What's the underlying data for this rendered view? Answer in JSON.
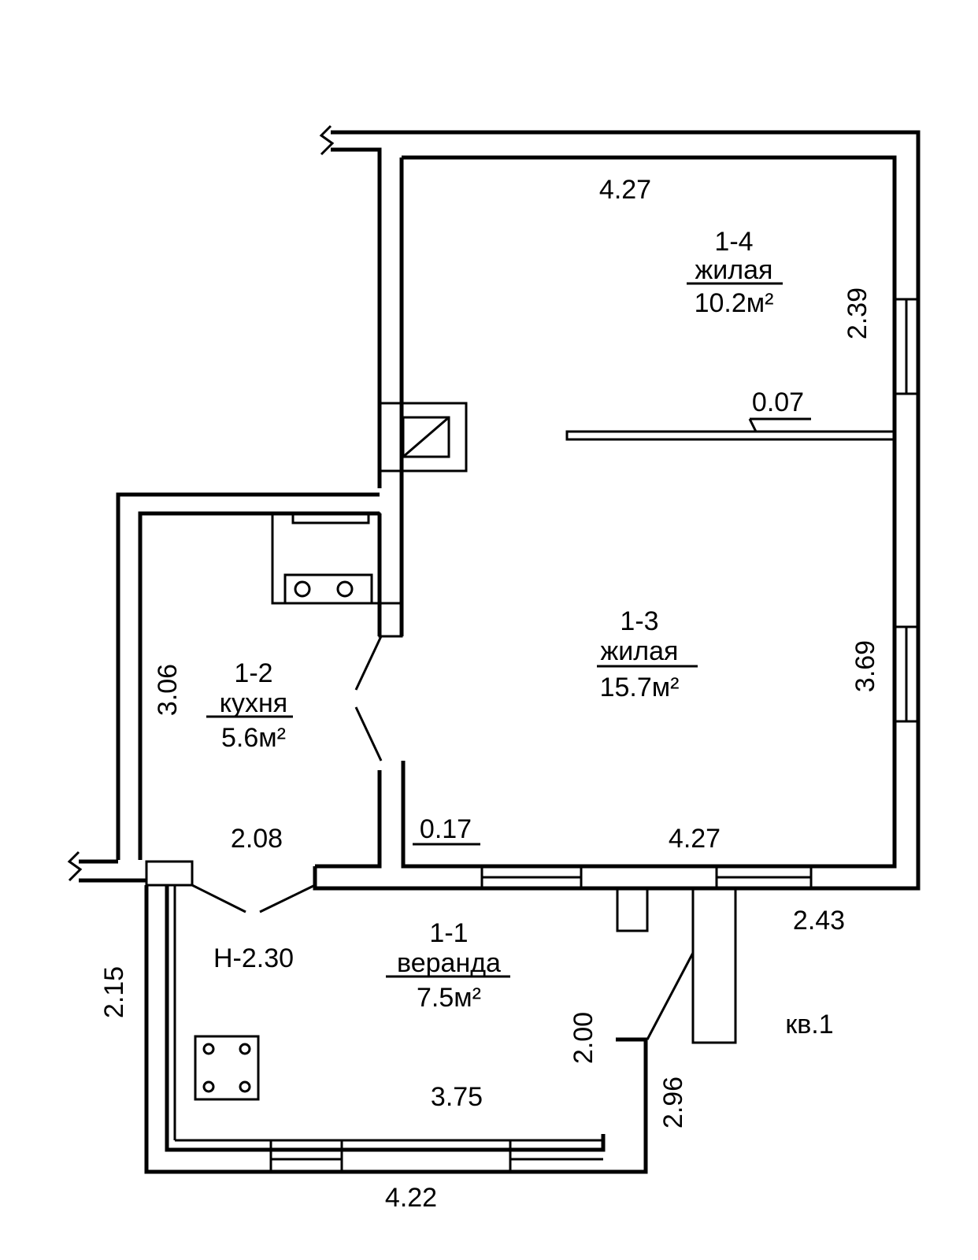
{
  "rooms": [
    {
      "id": "1-4",
      "type": "жилая",
      "area": "10.2м²"
    },
    {
      "id": "1-3",
      "type": "жилая",
      "area": "15.7м²"
    },
    {
      "id": "1-2",
      "type": "кухня",
      "area": "5.6м²"
    },
    {
      "id": "1-1",
      "type": "веранда",
      "area": "7.5м²"
    }
  ],
  "dimensions": {
    "top_width": "4.27",
    "room14_height": "2.39",
    "partition": "0.07",
    "room13_height": "3.69",
    "kitchen_height": "3.06",
    "kitchen_width": "2.08",
    "wall_thickness": "0.17",
    "room13_width": "4.27",
    "right_offset": "2.43",
    "veranda_height": "2.15",
    "veranda_depth": "2.00",
    "veranda_inner_width": "3.75",
    "veranda_outer_width": "4.22",
    "veranda_right": "2.96",
    "ceiling_height": "H-2.30"
  },
  "apartment_label": "кв.1"
}
